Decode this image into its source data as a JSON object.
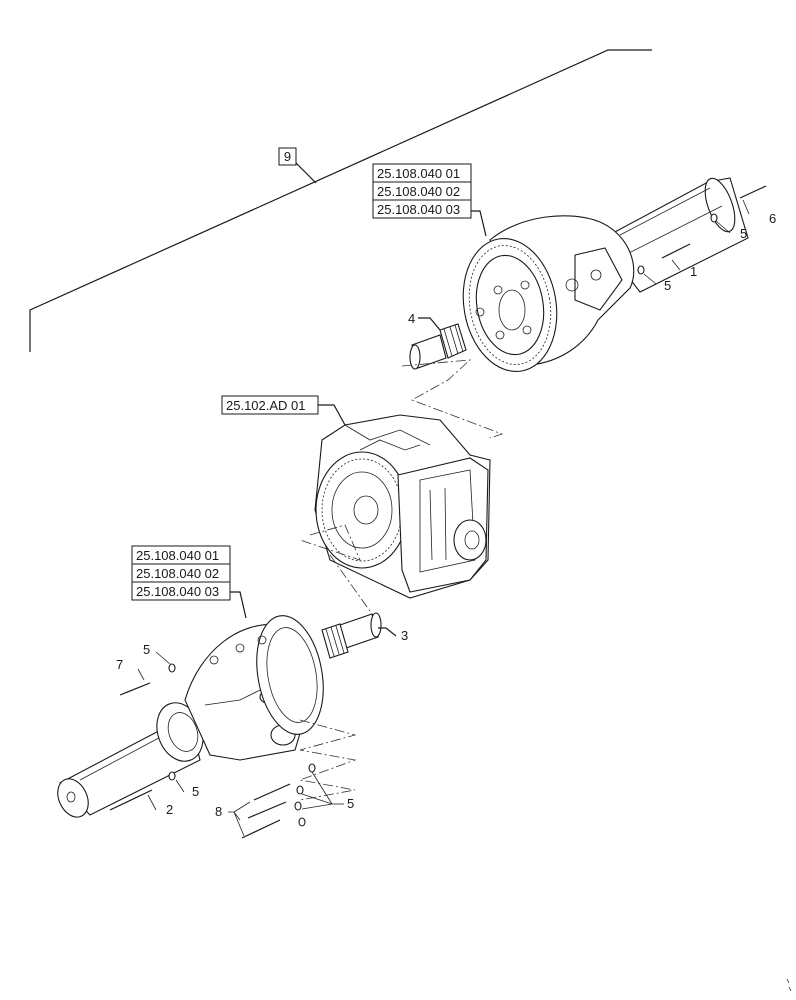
{
  "callouts": {
    "assembly": "9",
    "bolt_1": "1",
    "bolt_2": "2",
    "pinion_3": "3",
    "pinion_4": "4",
    "washer_5": "5",
    "bolt_6": "6",
    "bolt_7": "7",
    "bolts_8": "8"
  },
  "references": {
    "upper_housing": [
      "25.108.040 01",
      "25.108.040 02",
      "25.108.040 03"
    ],
    "differential": "25.102.AD 01",
    "lower_housing": [
      "25.108.040 01",
      "25.108.040 02",
      "25.108.040 03"
    ]
  }
}
